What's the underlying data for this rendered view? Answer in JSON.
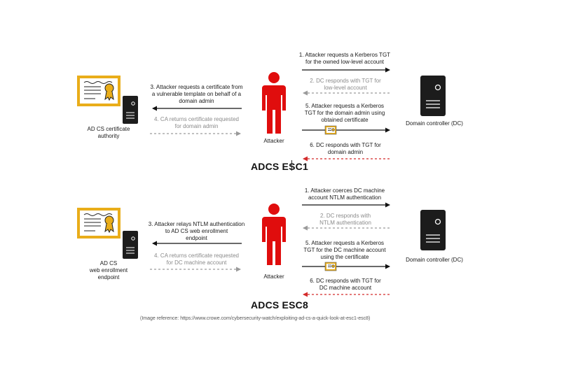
{
  "colors": {
    "attacker": "#e00d0d",
    "certificate": "#e9ad1a",
    "server": "#1c1c1c",
    "arrow_black": "#111111",
    "arrow_grey": "#9a9a9a",
    "arrow_red": "#d42b2b"
  },
  "icons": [
    "certificate-icon",
    "ca-server-icon",
    "attacker-icon",
    "dc-server-icon",
    "mini-certificate-icon"
  ],
  "esc1": {
    "title": "ADCS ESC1",
    "ca_label": "AD CS certificate\nauthority",
    "attacker_label": "Attacker",
    "dc_label": "Domain controller (DC)",
    "step1": "1. Attacker requests a Kerberos TGT\nfor the owned low-level account",
    "step2": "2. DC responds with TGT for\nlow-level account",
    "step3": "3. Attacker requests a certificate from\na vulnerable template on behalf of a\ndomain admin",
    "step4": "4. CA returns certificate requested\nfor domain admin",
    "step5": "5. Attacker requests a Kerberos\nTGT for the domain admin using\nobtained certificate",
    "step6": "6. DC responds with TGT for\ndomain admin"
  },
  "esc8": {
    "title": "ADCS ESC8",
    "ca_label": "AD CS\nweb enrollment\nendpoint",
    "attacker_label": "Attacker",
    "dc_label": "Domain controller (DC)",
    "step1": "1. Attacker coerces DC machine\naccount NTLM authentication",
    "step2": "2. DC responds with\nNTLM authentication",
    "step3": "3. Attacker relays NTLM authentication\nto AD CS web enrollment\nendpoint",
    "step4": "4. CA returns certificate requested\nfor DC machine account",
    "step5": "5. Attacker requests a Kerberos\nTGT for the DC machine account\nusing the certificate",
    "step6": "6. DC responds with TGT for\nDC machine account"
  },
  "reference": "(Image reference: https://www.crowe.com/cybersecurity-watch/exploiting-ad-cs-a-quick-look-at-esc1-esc8)"
}
